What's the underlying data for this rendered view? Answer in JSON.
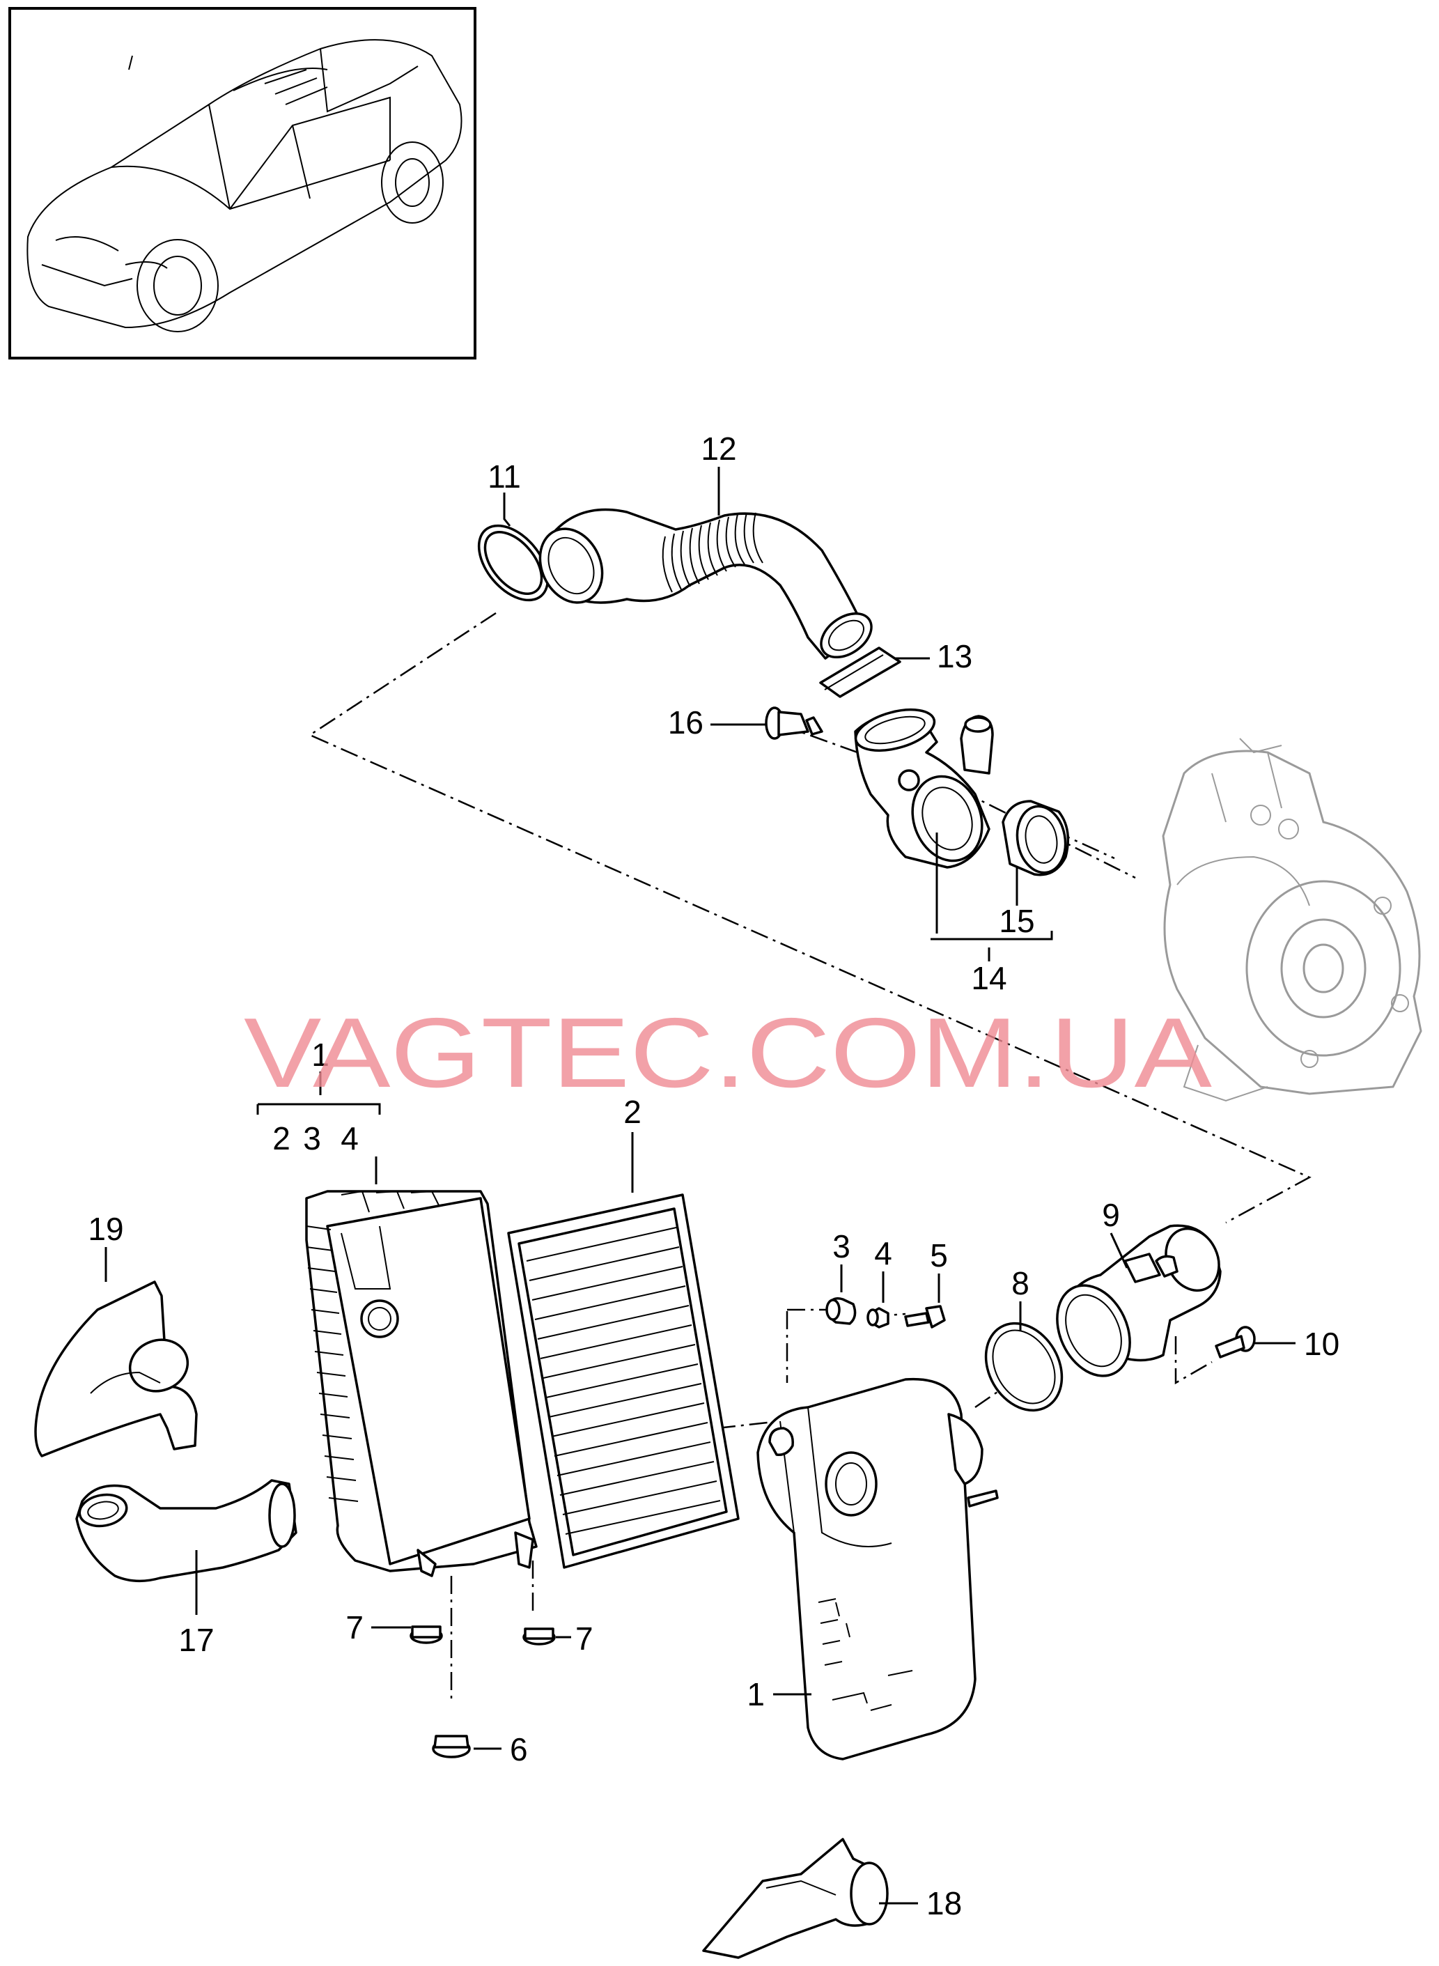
{
  "watermark": "VAGTEC.COM.UA",
  "colors": {
    "watermark": "#f08a93",
    "line": "#000000",
    "context_part": "#9a9a9a"
  },
  "callouts": {
    "c1_top": "1",
    "c2_top": "2",
    "c3_top": "3",
    "c4_top": "4",
    "c2": "2",
    "c3": "3",
    "c4": "4",
    "c5": "5",
    "c6": "6",
    "c7_left": "7",
    "c7_right": "7",
    "c8": "8",
    "c9": "9",
    "c10": "10",
    "c11": "11",
    "c12": "12",
    "c13": "13",
    "c14": "14",
    "c15": "15",
    "c16": "16",
    "c17": "17",
    "c18": "18",
    "c19": "19",
    "c1_bottom": "1"
  }
}
